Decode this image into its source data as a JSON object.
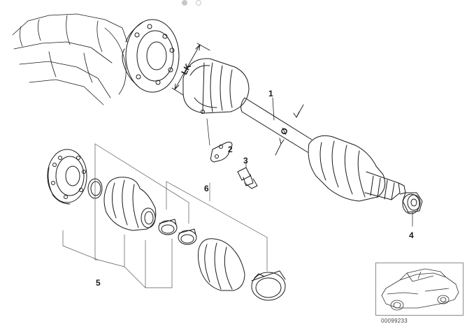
{
  "diagram": {
    "callouts": [
      {
        "id": "1",
        "label": "1"
      },
      {
        "id": "2",
        "label": "2"
      },
      {
        "id": "3",
        "label": "3"
      },
      {
        "id": "4",
        "label": "4"
      },
      {
        "id": "5",
        "label": "5"
      },
      {
        "id": "6",
        "label": "6"
      }
    ],
    "dimension_lk": "LK",
    "dimension_diameter": "Ø",
    "diagram_id": "00099233",
    "pager": {
      "count": 2,
      "active": 0
    },
    "colors": {
      "line": "#1a1a1a",
      "thin": "#555555",
      "frame": "#8a8a8a"
    }
  }
}
